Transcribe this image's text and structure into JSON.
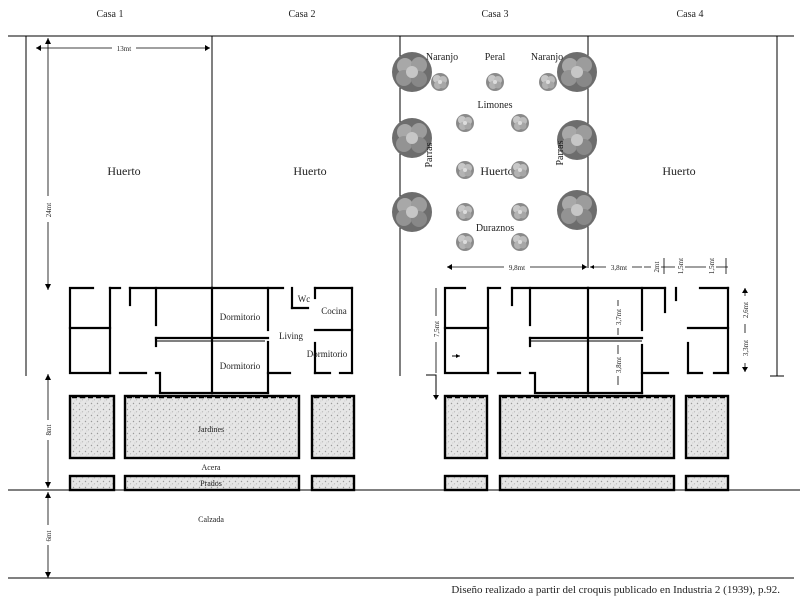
{
  "houses": [
    "Casa 1",
    "Casa 2",
    "Casa 3",
    "Casa 4"
  ],
  "lots": {
    "huerto": "Huerto",
    "trees": {
      "naranjo_left": "Naranjo",
      "peral": "Peral",
      "naranjo_right": "Naranjo",
      "limones": "Limones",
      "duraznos": "Duraznos",
      "parras_left": "Parras",
      "parras_right": "Parras"
    }
  },
  "rooms": {
    "dormitorio_top": "Dormitorio",
    "dormitorio_bottom": "Dormitorio",
    "dormitorio_side": "Dormitorio",
    "living": "Living",
    "wc": "Wc",
    "cocina": "Cocina"
  },
  "dimensions": {
    "width_13": "13mt",
    "depth_24": "24mt",
    "front_8": "8mt",
    "street_6": "6mt",
    "d_9_8": "9,8mt",
    "d_3_8": "3,8mt",
    "d_2": "2mt",
    "d_1_5a": "1,5mt",
    "d_1_5b": "1,5mt",
    "d_7_5": "7,5mt",
    "d_3_7": "3,7mt",
    "d_3_8v": "3,8mt",
    "d_2_6": "2,6mt",
    "d_3_3": "3,3mt"
  },
  "streetscape": {
    "jardines": "Jardines",
    "acera": "Acera",
    "prados": "Prados",
    "calzada": "Calzada"
  },
  "caption": "Diseño realizado a partir del croquis publicado en Industria 2 (1939), p.92."
}
